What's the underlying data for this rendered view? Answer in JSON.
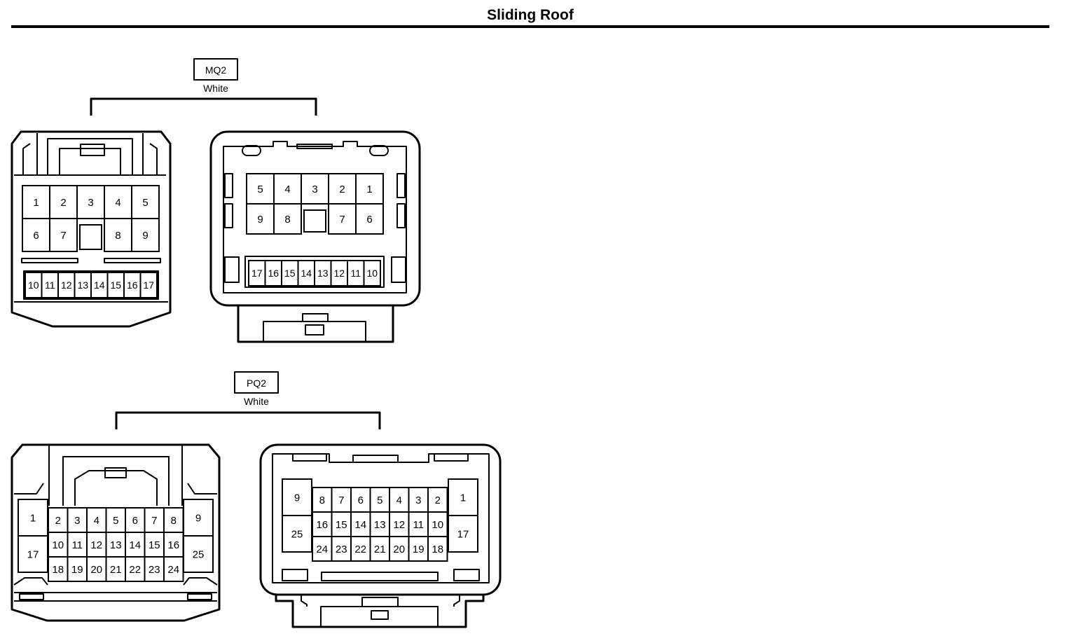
{
  "title": "Sliding Roof",
  "connectors": [
    {
      "code": "MQ2",
      "color": "White",
      "views": [
        {
          "name": "mq2-left-view",
          "rows": [
            [
              "1",
              "2",
              "3",
              "4",
              "5"
            ],
            [
              "6",
              "7",
              "",
              "8",
              "9"
            ],
            [
              "10",
              "11",
              "12",
              "13",
              "14",
              "15",
              "16",
              "17"
            ]
          ]
        },
        {
          "name": "mq2-right-view",
          "rows": [
            [
              "5",
              "4",
              "3",
              "2",
              "1"
            ],
            [
              "9",
              "8",
              "",
              "7",
              "6"
            ],
            [
              "17",
              "16",
              "15",
              "14",
              "13",
              "12",
              "11",
              "10"
            ]
          ]
        }
      ]
    },
    {
      "code": "PQ2",
      "color": "White",
      "views": [
        {
          "name": "pq2-left-view",
          "side_left": [
            "1",
            "17"
          ],
          "side_right": [
            "9",
            "25"
          ],
          "rows": [
            [
              "2",
              "3",
              "4",
              "5",
              "6",
              "7",
              "8"
            ],
            [
              "10",
              "11",
              "12",
              "13",
              "14",
              "15",
              "16"
            ],
            [
              "18",
              "19",
              "20",
              "21",
              "22",
              "23",
              "24"
            ]
          ]
        },
        {
          "name": "pq2-right-view",
          "side_left": [
            "9",
            "25"
          ],
          "side_right": [
            "1",
            "17"
          ],
          "rows": [
            [
              "8",
              "7",
              "6",
              "5",
              "4",
              "3",
              "2"
            ],
            [
              "16",
              "15",
              "14",
              "13",
              "12",
              "11",
              "10"
            ],
            [
              "24",
              "23",
              "22",
              "21",
              "20",
              "19",
              "18"
            ]
          ]
        }
      ]
    }
  ]
}
